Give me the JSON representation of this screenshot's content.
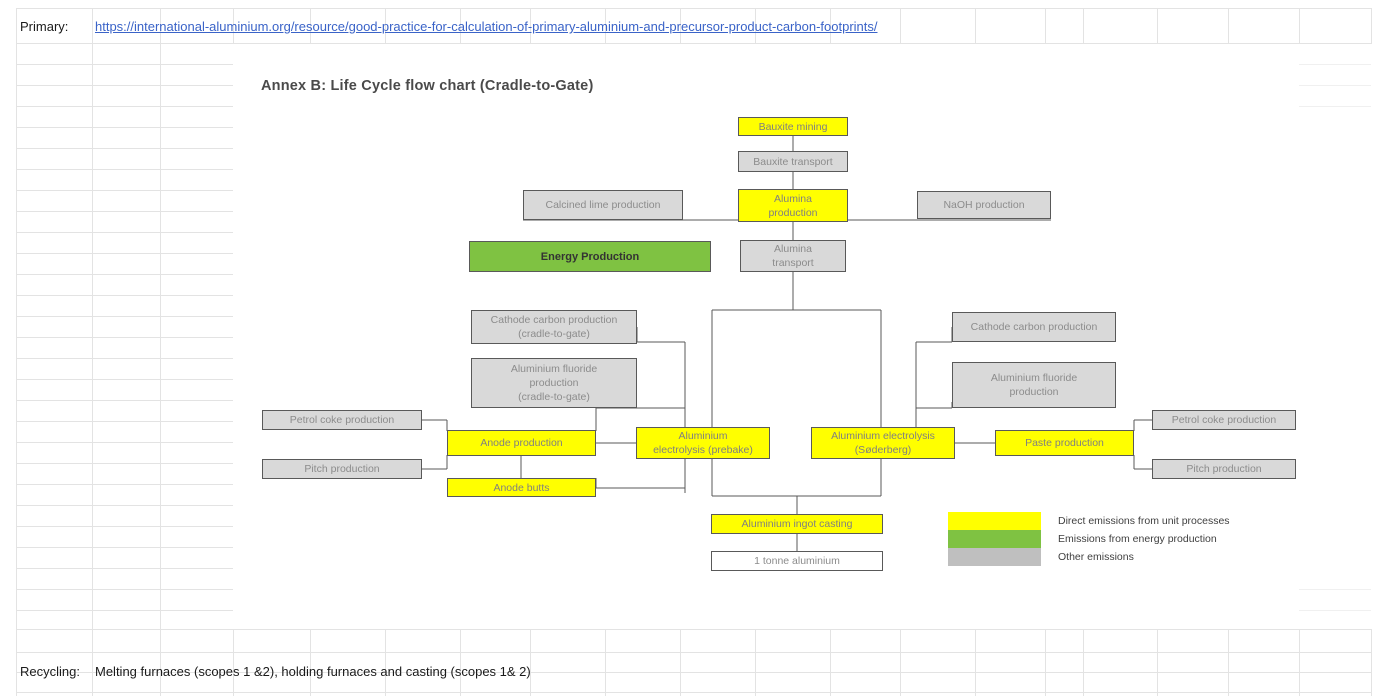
{
  "sheet": {
    "rows": [
      {
        "label": "Primary:",
        "value": "https://international-aluminium.org/resource/good-practice-for-calculation-of-primary-aluminium-and-precursor-product-carbon-footprints/",
        "is_link": true
      },
      {
        "label": "Recycling:",
        "value": "Melting furnaces (scopes 1 &2), holding furnaces and casting (scopes 1& 2)",
        "is_link": false
      }
    ]
  },
  "diagram": {
    "title": "Annex B: Life Cycle flow chart (Cradle-to-Gate)",
    "nodes": {
      "bauxite_mining": "Bauxite mining",
      "bauxite_transport": "Bauxite transport",
      "calcined_lime": "Calcined lime production",
      "alumina_production": "Alumina\nproduction",
      "naoh_production": "NaOH production",
      "energy_production": "Energy Production",
      "alumina_transport": "Alumina\ntransport",
      "cathode_carbon_left": "Cathode carbon production\n(cradle-to-gate)",
      "alu_fluoride_left": "Aluminium fluoride\nproduction\n(cradle-to-gate)",
      "cathode_carbon_right": "Cathode carbon production",
      "alu_fluoride_right": "Aluminium fluoride\nproduction",
      "petrol_coke_left": "Petrol coke production",
      "petrol_coke_right": "Petrol coke production",
      "pitch_left": "Pitch production",
      "pitch_right": "Pitch production",
      "anode_production": "Anode production",
      "anode_butts": "Anode butts",
      "paste_production": "Paste production",
      "electrolysis_prebake": "Aluminium\nelectrolysis (prebake)",
      "electrolysis_soderberg": "Aluminium electrolysis\n(Søderberg)",
      "ingot_casting": "Aluminium ingot casting",
      "one_tonne": "1 tonne aluminium"
    },
    "legend": [
      {
        "color": "#ffff00",
        "label": "Direct emissions from unit processes"
      },
      {
        "color": "#7fc242",
        "label": "Emissions from energy production"
      },
      {
        "color": "#bfbfbf",
        "label": "Other emissions"
      }
    ],
    "colors": {
      "direct": "#ffff00",
      "energy": "#7fc242",
      "other": "#bfbfbf",
      "node_grey": "#d9d9d9",
      "border": "#595959",
      "link": "#3a63c8",
      "title": "#4a4a4a"
    }
  }
}
